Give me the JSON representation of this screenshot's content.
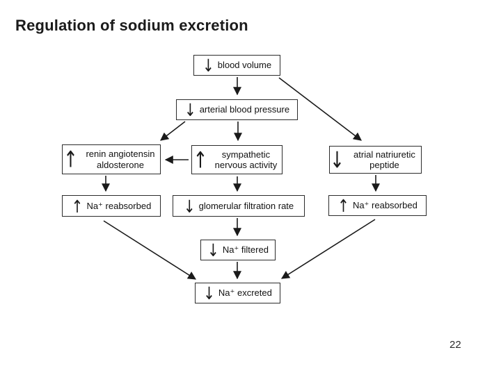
{
  "page": {
    "title": "Regulation of sodium excretion",
    "page_number": "22",
    "background_color": "#ffffff",
    "line_color": "#1a1a1a"
  },
  "diagram": {
    "nodes": [
      {
        "id": "blood-volume",
        "arrow": "↓",
        "direction": "decrease",
        "label": "blood volume"
      },
      {
        "id": "arterial-blood-pressure",
        "arrow": "↓",
        "direction": "decrease",
        "label": "arterial blood pressure"
      },
      {
        "id": "renin-angiotensin-aldosterone",
        "arrow": "↑",
        "direction": "increase",
        "label": "renin angiotensin aldosterone"
      },
      {
        "id": "sympathetic-nervous-activity",
        "arrow": "↑",
        "direction": "increase",
        "label": "sympathetic nervous activity"
      },
      {
        "id": "atrial-natriuretic-peptide",
        "arrow": "↓",
        "direction": "decrease",
        "label": "atrial natriuretic peptide"
      },
      {
        "id": "na-reabsorbed-left",
        "arrow": "↑",
        "direction": "increase",
        "label": "Na⁺ reabsorbed"
      },
      {
        "id": "glomerular-filtration-rate",
        "arrow": "↓",
        "direction": "decrease",
        "label": "glomerular filtration rate"
      },
      {
        "id": "na-reabsorbed-right",
        "arrow": "↑",
        "direction": "increase",
        "label": "Na⁺ reabsorbed"
      },
      {
        "id": "na-filtered",
        "arrow": "↓",
        "direction": "decrease",
        "label": "Na⁺ filtered"
      },
      {
        "id": "na-excreted",
        "arrow": "↓",
        "direction": "decrease",
        "label": "Na⁺ excreted"
      }
    ],
    "edges": [
      {
        "from": "blood-volume",
        "to": "arterial-blood-pressure"
      },
      {
        "from": "blood-volume",
        "to": "atrial-natriuretic-peptide"
      },
      {
        "from": "arterial-blood-pressure",
        "to": "renin-angiotensin-aldosterone"
      },
      {
        "from": "arterial-blood-pressure",
        "to": "sympathetic-nervous-activity"
      },
      {
        "from": "sympathetic-nervous-activity",
        "to": "renin-angiotensin-aldosterone"
      },
      {
        "from": "renin-angiotensin-aldosterone",
        "to": "na-reabsorbed-left"
      },
      {
        "from": "sympathetic-nervous-activity",
        "to": "glomerular-filtration-rate"
      },
      {
        "from": "atrial-natriuretic-peptide",
        "to": "na-reabsorbed-right"
      },
      {
        "from": "glomerular-filtration-rate",
        "to": "na-filtered"
      },
      {
        "from": "na-filtered",
        "to": "na-excreted"
      },
      {
        "from": "na-reabsorbed-left",
        "to": "na-excreted"
      },
      {
        "from": "na-reabsorbed-right",
        "to": "na-excreted"
      }
    ]
  }
}
